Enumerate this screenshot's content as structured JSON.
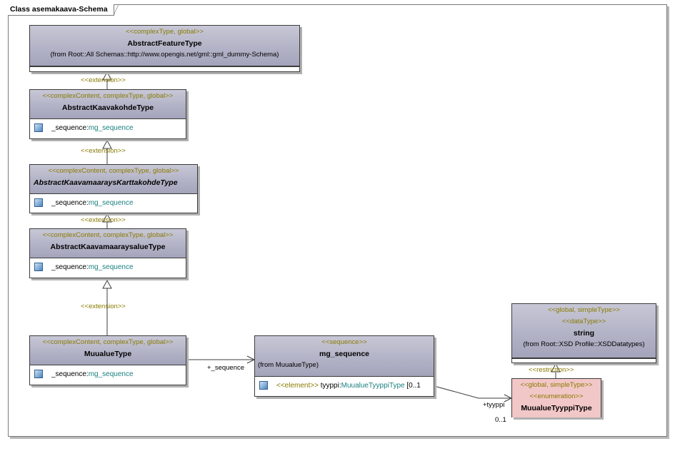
{
  "frame": {
    "title": "Class asemakaava-Schema"
  },
  "classes": {
    "abstract_feature": {
      "stereotype": "<<complexType, global>>",
      "name": "AbstractFeatureType",
      "from": "(from Root::All Schemas::http://www.opengis.net/gml::gml_dummy-Schema)"
    },
    "abstract_kaavakohde": {
      "stereotype": "<<complexContent, complexType, global>>",
      "name": "AbstractKaavakohdeType",
      "attr_name": "_sequence:",
      "attr_type": "mg_sequence"
    },
    "abstract_kartta": {
      "stereotype": "<<complexContent, complexType, global>>",
      "name": "AbstractKaavamaaraysKarttakohdeType",
      "attr_name": "_sequence:",
      "attr_type": "mg_sequence"
    },
    "abstract_alue": {
      "stereotype": "<<complexContent, complexType, global>>",
      "name": "AbstractKaavamaaraysalueType",
      "attr_name": "_sequence:",
      "attr_type": "mg_sequence"
    },
    "muualue": {
      "stereotype": "<<complexContent, complexType, global>>",
      "name": "MuualueType",
      "attr_name": "_sequence:",
      "attr_type": "mg_sequence"
    },
    "mg_sequence": {
      "stereotype": "<<sequence>>",
      "name": "mg_sequence",
      "from": "(from MuualueType)",
      "attr_stereo": "<<element>>",
      "attr_name": " tyyppi:",
      "attr_type": "MuualueTyyppiType",
      "attr_mult": " [0..1"
    },
    "string": {
      "stereotype1": "<<global, simpleType>>",
      "stereotype2": "<<dataType>>",
      "name": "string",
      "from": "(from Root::XSD Profile::XSDDatatypes)"
    },
    "tyyppi": {
      "stereotype1": "<<global, simpleType>>",
      "stereotype2": "<<enumeration>>",
      "name": "MuualueTyyppiType"
    }
  },
  "labels": {
    "extension": "<<extension>>",
    "restriction": "<<restriction>>",
    "seq_role": "+_sequence",
    "tyyppi_role": "+tyyppi",
    "tyyppi_mult": "0..1"
  },
  "colors": {
    "header": "#a3a3bb",
    "enum_header": "#f2c7c7",
    "stereotype": "#8a7a00",
    "type_ref": "#1a7f80"
  }
}
